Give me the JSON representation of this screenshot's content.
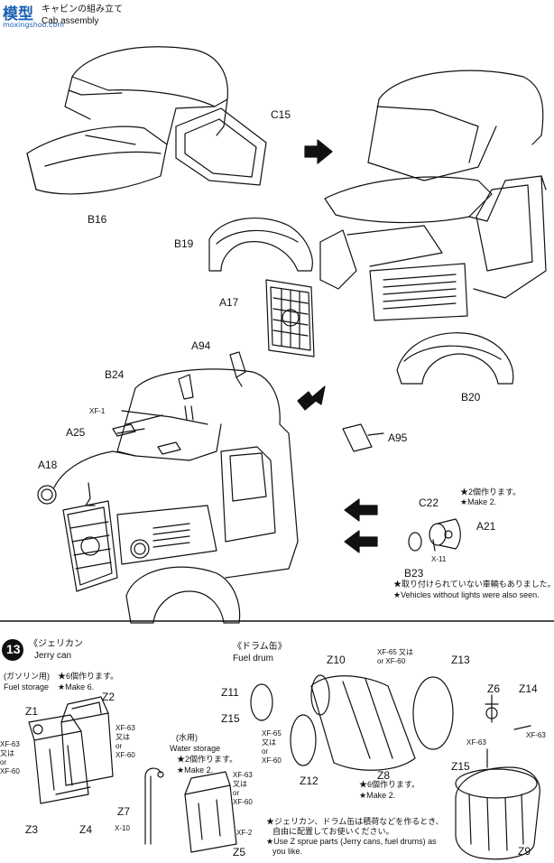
{
  "watermark": {
    "logo_text": "模型",
    "url": "moxingshoo.com"
  },
  "top_section": {
    "title_jp": "キャビンの組み立て",
    "title_en": "Cab assembly",
    "parts": {
      "C15": "C15",
      "B16": "B16",
      "B19": "B19",
      "A17": "A17",
      "B20": "B20",
      "A94": "A94",
      "B24": "B24",
      "XF1": "XF-1",
      "A25": "A25",
      "A18": "A18",
      "A95": "A95",
      "C22": "C22",
      "A21": "A21",
      "X11": "X-11",
      "B23": "B23"
    },
    "make2_jp": "★2個作ります。",
    "make2_en": "★Make 2.",
    "lights_note_jp": "★取り付けられていない車輌もありました。",
    "lights_note_en": "★Vehicles without lights were also seen."
  },
  "step13": {
    "number": "13",
    "jerry": {
      "title_jp": "《ジェリカン",
      "title_en": "Jerry can",
      "fuel_jp": "(ガソリン用)",
      "fuel_en": "Fuel storage",
      "make6_jp": "★6個作ります。",
      "make6_en": "★Make 6.",
      "water_jp": "(水用)",
      "water_en": "Water storage",
      "make2_jp": "★2個作ります。",
      "make2_en": "★Make 2.",
      "parts": {
        "Z1": "Z1",
        "Z2": "Z2",
        "Z3": "Z3",
        "Z4": "Z4",
        "Z5": "Z5",
        "Z7": "Z7",
        "X10": "X-10"
      },
      "color_left": [
        "XF-63",
        "又は",
        "or",
        "XF-60"
      ],
      "color_right": [
        "XF-63",
        "又は",
        "or",
        "XF-60"
      ],
      "color_water": [
        "XF-63",
        "又は",
        "or",
        "XF-60"
      ],
      "xf2": "XF-2"
    },
    "drum": {
      "title_jp": "《ドラム缶》",
      "title_en": "Fuel drum",
      "parts": {
        "Z10": "Z10",
        "Z13": "Z13",
        "Z11": "Z11",
        "Z15a": "Z15",
        "Z12": "Z12",
        "Z8": "Z8",
        "Z6": "Z6",
        "Z14": "Z14",
        "Z15b": "Z15",
        "Z9": "Z9"
      },
      "color_top": [
        "XF-65",
        "又は",
        "or",
        "XF-60"
      ],
      "color_mid": [
        "XF-65",
        "又は",
        "or",
        "XF-60"
      ],
      "xf63a": "XF-63",
      "xf63b": "XF-63",
      "make6_jp": "★6個作ります。",
      "make2_en": "★Make 2.",
      "note_jp1": "★ジェリカン、ドラム缶は積荷などを作るとき、",
      "note_jp2": "自由に配置してお使いください。",
      "note_en1": "★Use Z sprue parts (Jerry cans, fuel drums) as",
      "note_en2": "you like."
    }
  },
  "colors": {
    "ink": "#111111",
    "paper": "#ffffff",
    "watermark": "#1a5fb4"
  }
}
